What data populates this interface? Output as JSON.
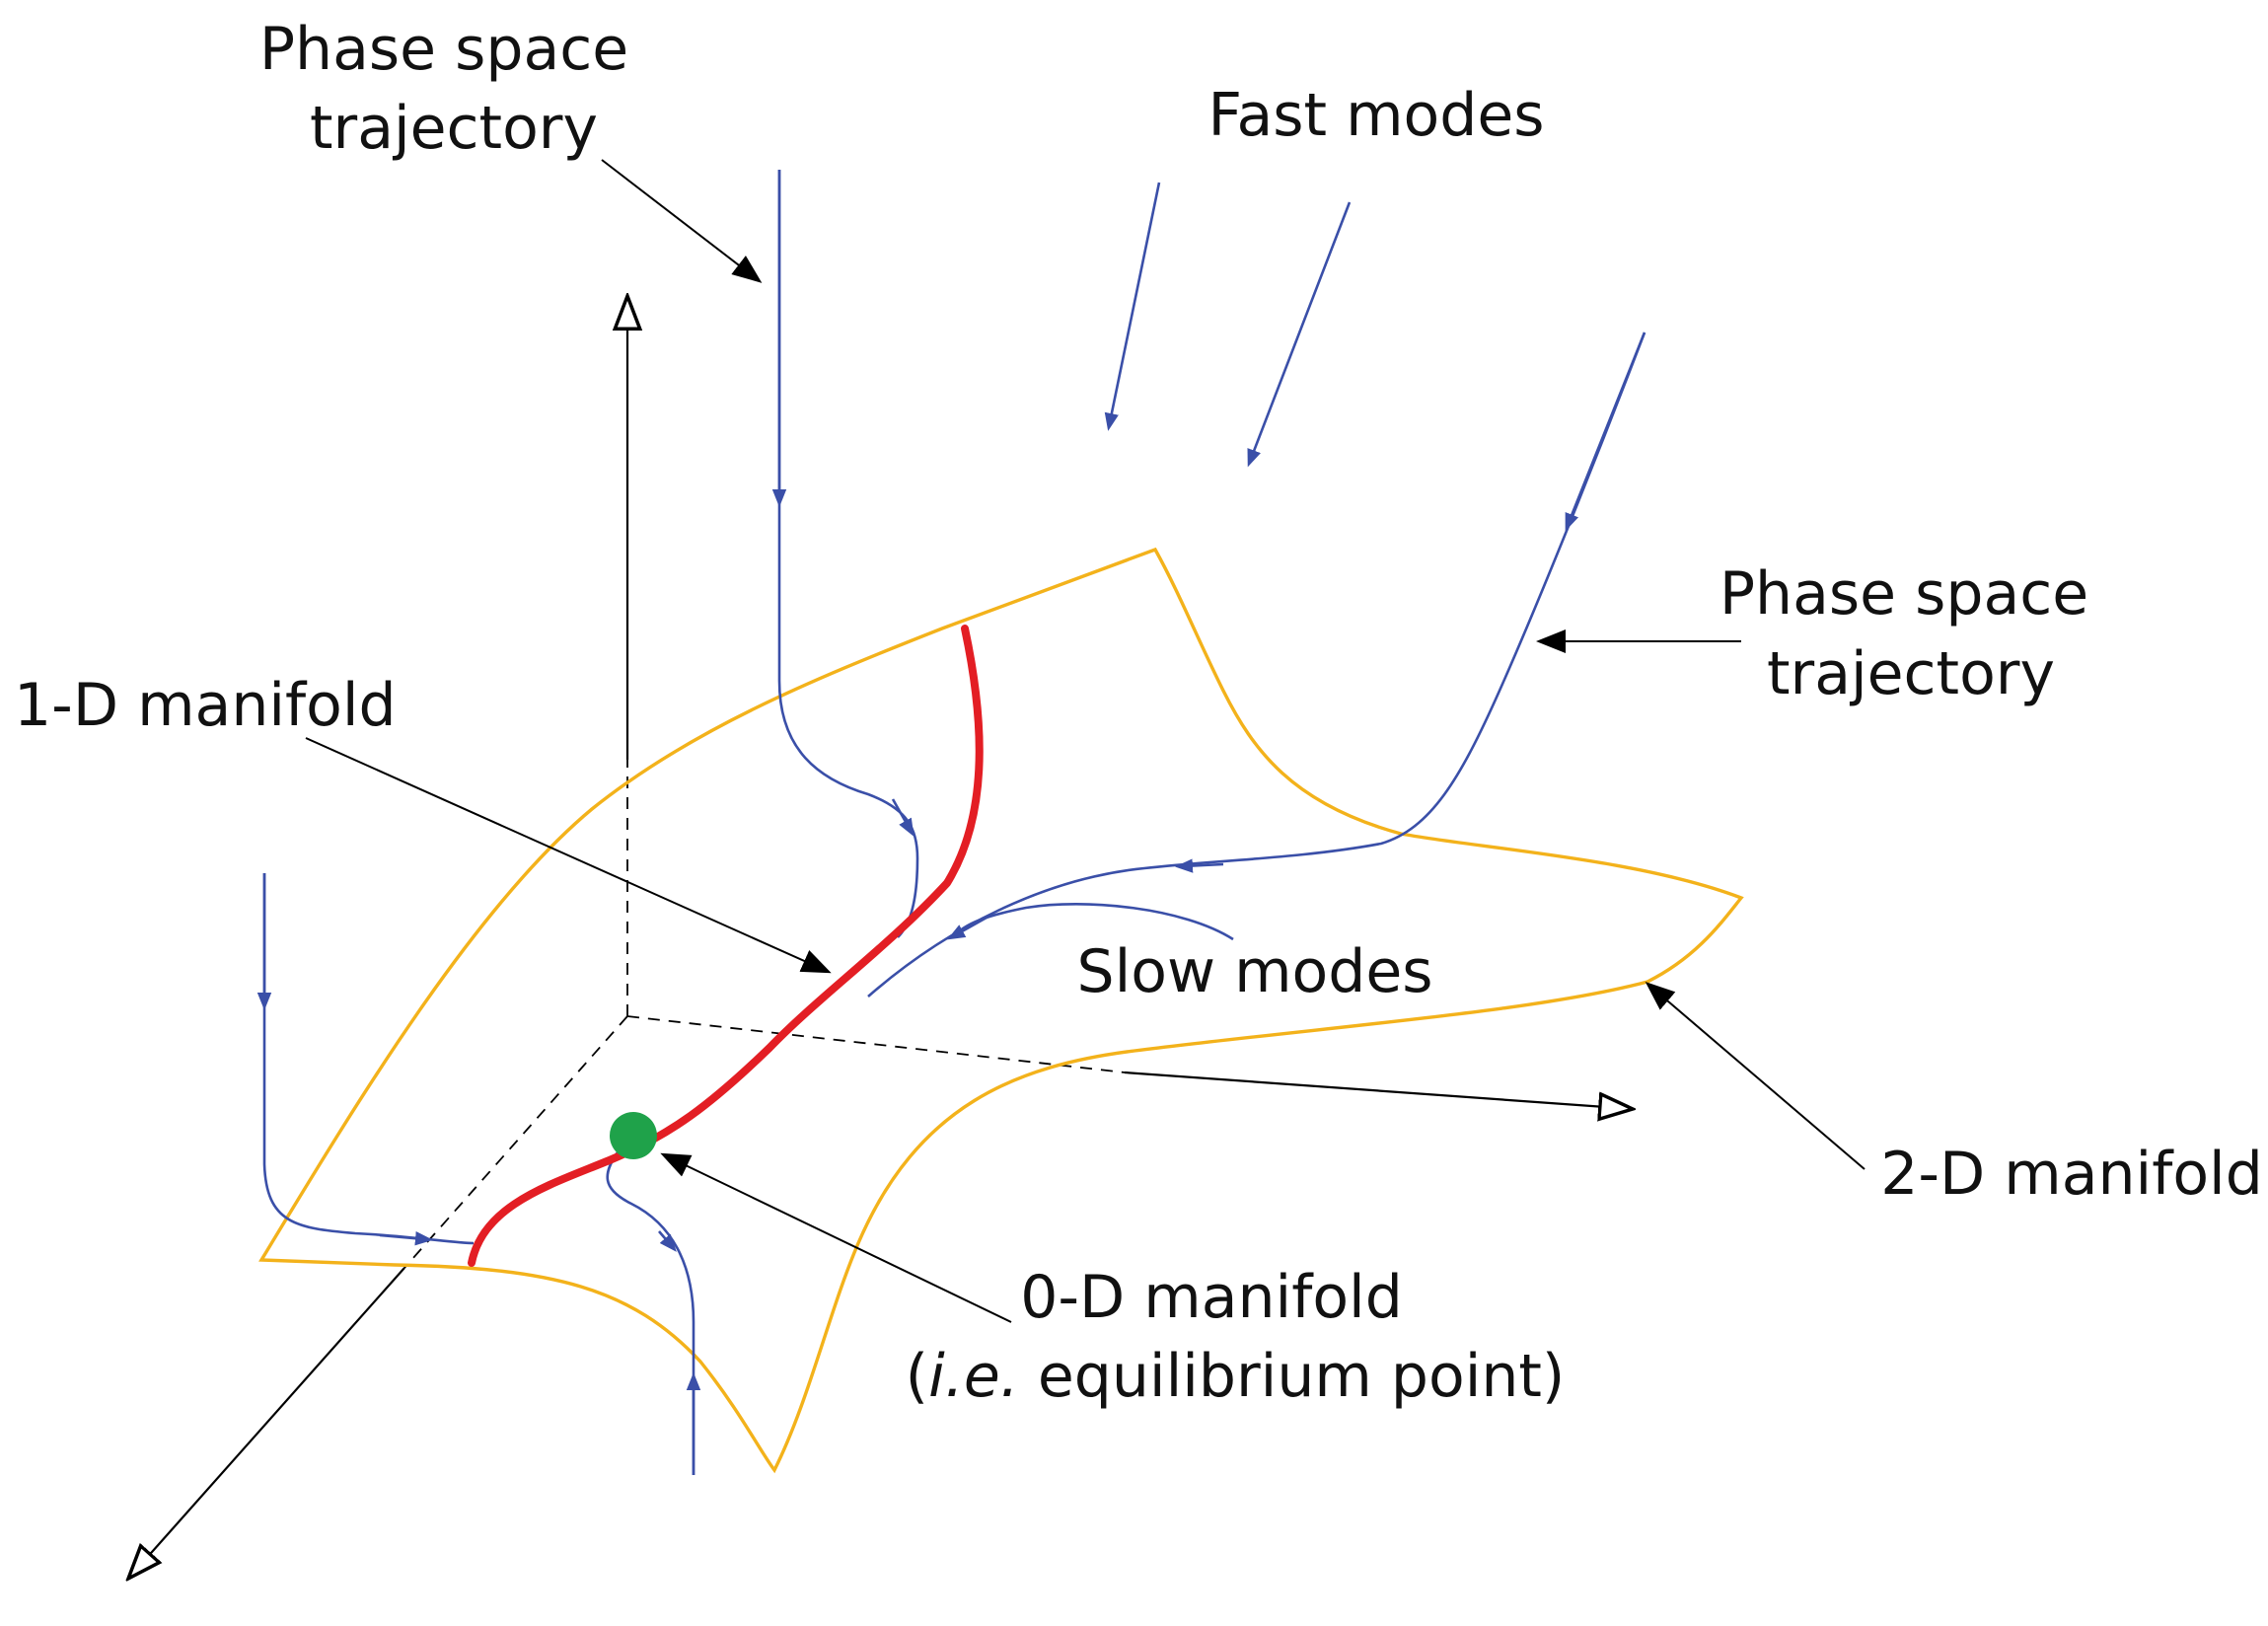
{
  "labels": {
    "phase_space_trajectory_top_line1": "Phase space",
    "phase_space_trajectory_top_line2": "trajectory",
    "fast_modes": "Fast modes",
    "phase_space_trajectory_right_line1": "Phase space",
    "phase_space_trajectory_right_line2": "trajectory",
    "one_d_manifold": "1-D manifold",
    "slow_modes": "Slow modes",
    "two_d_manifold": "2-D manifold",
    "zero_d_manifold_line1": "0-D manifold",
    "zero_d_manifold_line2_italic": "i.e.",
    "zero_d_manifold_line2_open": "(",
    "zero_d_manifold_line2_rest": " equilibrium point)"
  },
  "colors": {
    "trajectory": "#3a4fa8",
    "surface_2d": "#f3b21b",
    "manifold_1d": "#e31e24",
    "equilibrium_point": "#1fa24a",
    "axes": "#000000",
    "text": "#111111"
  }
}
